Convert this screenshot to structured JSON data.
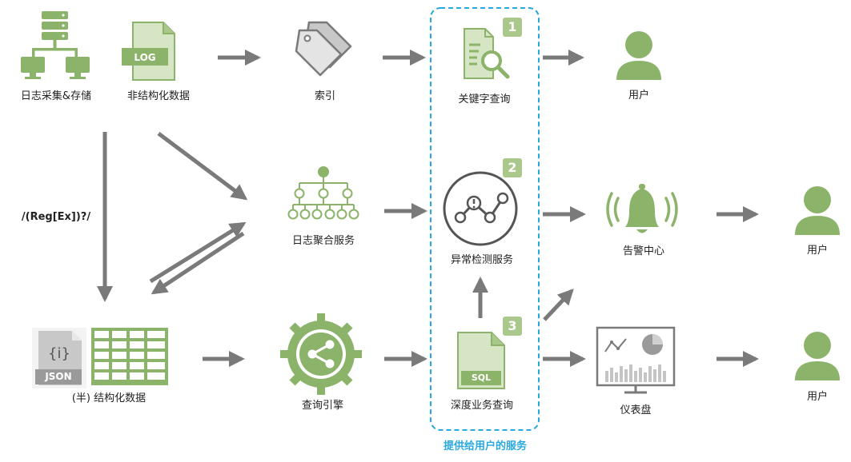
{
  "nodes": {
    "log_collect": "日志采集&存储",
    "unstructured": "非结构化数据",
    "log_badge": "LOG",
    "index": "索引",
    "keyword_query": "关键字查询",
    "user_top": "用户",
    "regex": "/(Reg[Ex])?/",
    "aggregation": "日志聚合服务",
    "anomaly": "异常检测服务",
    "alert_center": "告警中心",
    "user_mid": "用户",
    "semi_structured": "(半) 结构化数据",
    "json_badge": "JSON",
    "json_braces": "{i}",
    "query_engine": "查询引擎",
    "deep_query": "深度业务查询",
    "sql_badge": "SQL",
    "dashboard": "仪表盘",
    "user_bottom": "用户",
    "services_caption": "提供给用户的服务"
  },
  "badges": {
    "one": "1",
    "two": "2",
    "three": "3"
  },
  "colors": {
    "icon_green": "#8cb36a",
    "light_green": "#aac88b",
    "arrow_gray": "#7a7a7a",
    "dashed_blue": "#29a8df",
    "icon_gray": "#9a9a9a"
  },
  "icons": [
    "database-server-icon",
    "log-file-icon",
    "tags-icon",
    "search-document-icon",
    "user-icon",
    "hierarchy-icon",
    "anomaly-graph-icon",
    "bell-icon",
    "json-file-icon",
    "table-icon",
    "share-gear-icon",
    "sql-file-icon",
    "dashboard-monitor-icon"
  ]
}
